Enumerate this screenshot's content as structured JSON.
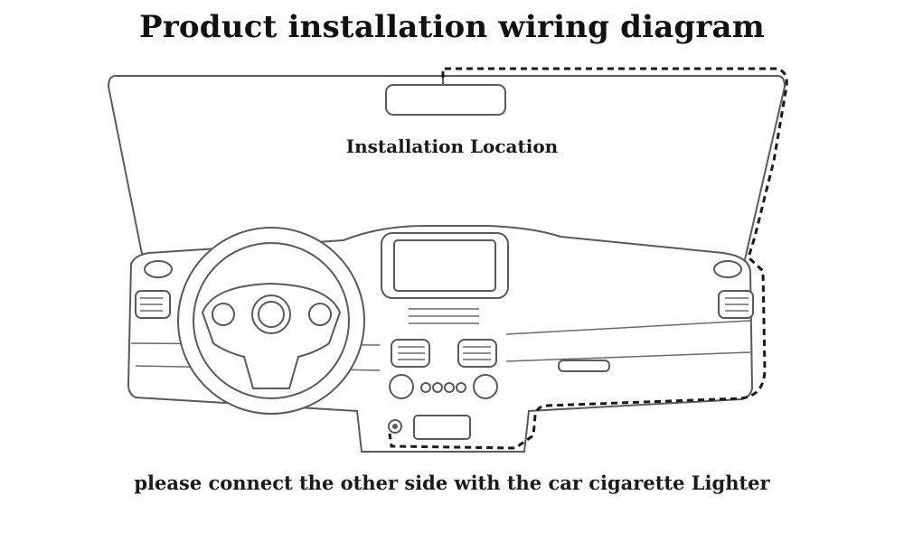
{
  "title": "Product installation wiring diagram",
  "installation_label": "Installation Location",
  "caption": "please connect the other side with the car cigarette Lighter",
  "colors": {
    "line": "#5a5a5a",
    "wire": "#1a1a1a",
    "background": "#ffffff"
  }
}
